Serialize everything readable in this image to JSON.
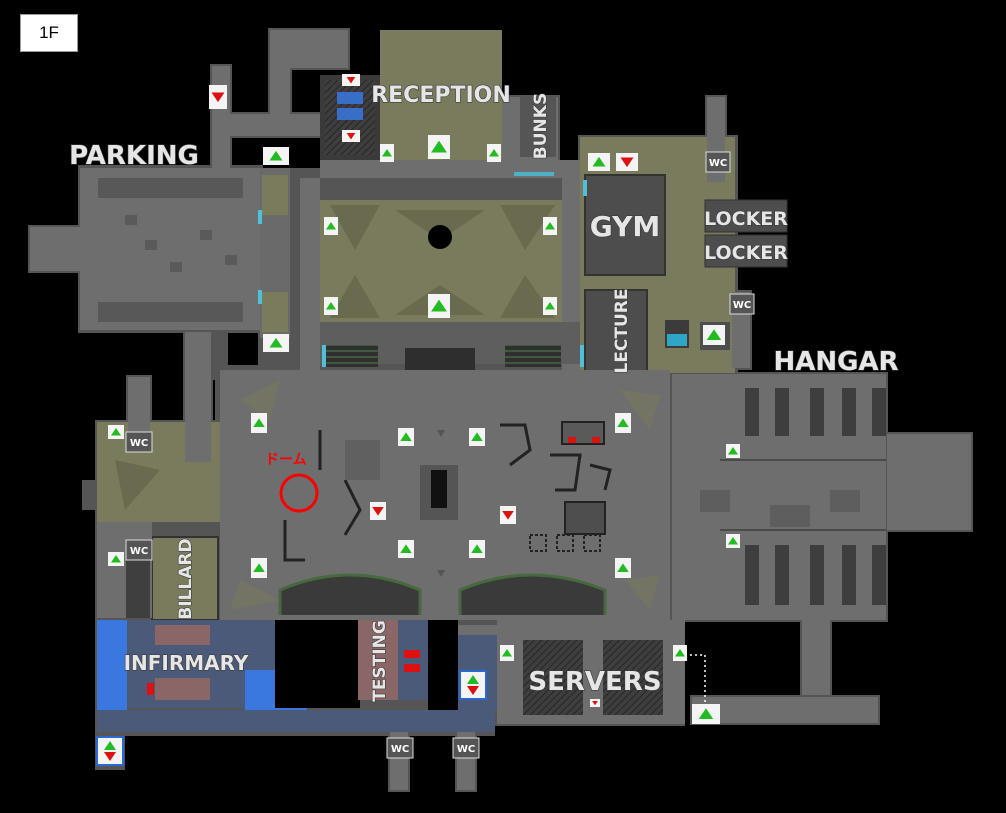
{
  "floor_label": "1F",
  "rooms": {
    "parking": "PARKING",
    "reception": "RECEPTION",
    "bunks": "BUNKS",
    "gym": "GYM",
    "locker_1": "LOCKER",
    "locker_2": "LOCKER",
    "lecture": "LECTURE",
    "hangar": "HANGAR",
    "billard": "BILLARD",
    "infirmary": "INFIRMARY",
    "testing": "TESTING",
    "servers": "SERVERS"
  },
  "restrooms": {
    "wc_gym": "WC",
    "wc_locker": "WC",
    "wc_west_1": "WC",
    "wc_west_2": "WC",
    "wc_south_1": "WC",
    "wc_south_2": "WC"
  },
  "annotation": "ドーム",
  "colors": {
    "background": "#000000",
    "floor": "#6e6e6e",
    "room_dark": "#4d4d4d",
    "olive": "#7a7a5c",
    "blue": "#3a78e0",
    "navy": "#4a5a78",
    "stairs_up": "#22bb22",
    "stairs_down": "#dd1111",
    "annotation": "#ff0000"
  },
  "icons": {
    "stairs_up": "up-triangle-icon",
    "stairs_down": "down-triangle-icon"
  }
}
